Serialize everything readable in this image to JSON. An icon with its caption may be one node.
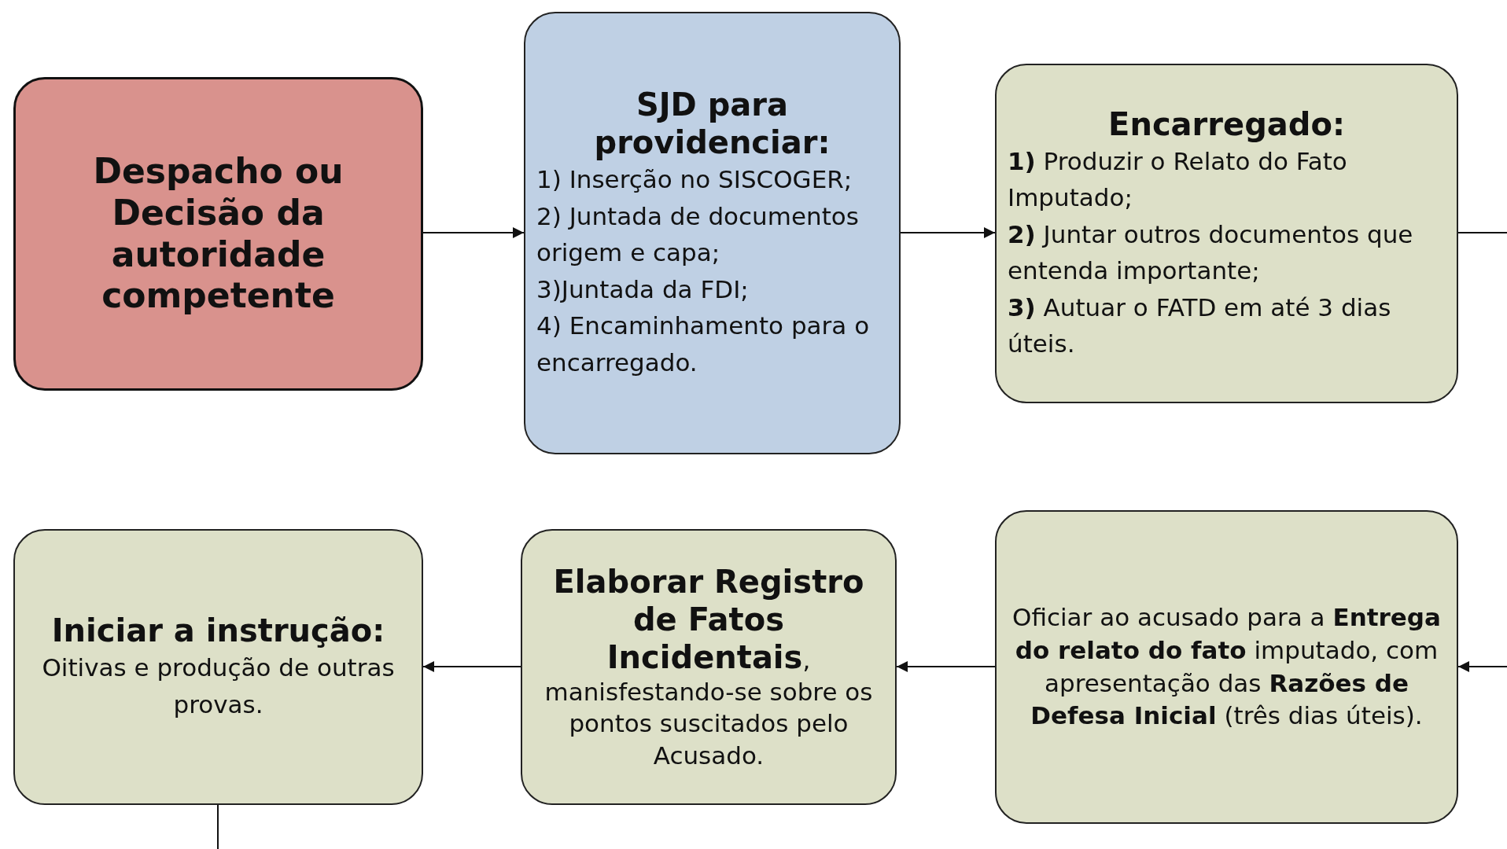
{
  "diagram": {
    "nodes": [
      {
        "text": [
          "Despacho ou Decisão da autoridade competente"
        ]
      },
      {
        "text": [
          "SJD para providenciar:",
          "1) Inserção no SISCOGER;",
          "2) Juntada de documentos origem e capa;",
          "3)Juntada da FDI;",
          "4) Encaminhamento para o encarregado."
        ]
      },
      {
        "text": [
          "Encarregado:",
          "**1)** Produzir o Relato do Fato Imputado;",
          "**2)** Juntar outros documentos que entenda importante;",
          "**3)** Autuar o FATD em até 3 dias úteis."
        ]
      },
      {
        "text": [
          "Oficiar ao acusado para a **Entrega do relato do fato** imputado, com apresentação das **Razões de Defesa Inicial** (três dias úteis)."
        ]
      },
      {
        "text": [
          "**Elaborar Registro de Fatos Incidentais**, manisfestando-se sobre os pontos suscitados pelo Acusado."
        ]
      },
      {
        "text": [
          "Iniciar a instrução:",
          "Oitivas e produção de outras provas."
        ]
      }
    ],
    "edges": [
      {
        "from": 0,
        "to": 1,
        "arrow": "to"
      },
      {
        "from": 1,
        "to": 2,
        "arrow": "to"
      },
      {
        "from": 2,
        "to": null,
        "arrow": "none"
      },
      {
        "from": null,
        "to": 3,
        "arrow": "to"
      },
      {
        "from": 3,
        "to": 4,
        "arrow": "to"
      },
      {
        "from": 4,
        "to": 5,
        "arrow": "to"
      },
      {
        "from": 5,
        "to": null,
        "arrow": "none"
      }
    ]
  }
}
